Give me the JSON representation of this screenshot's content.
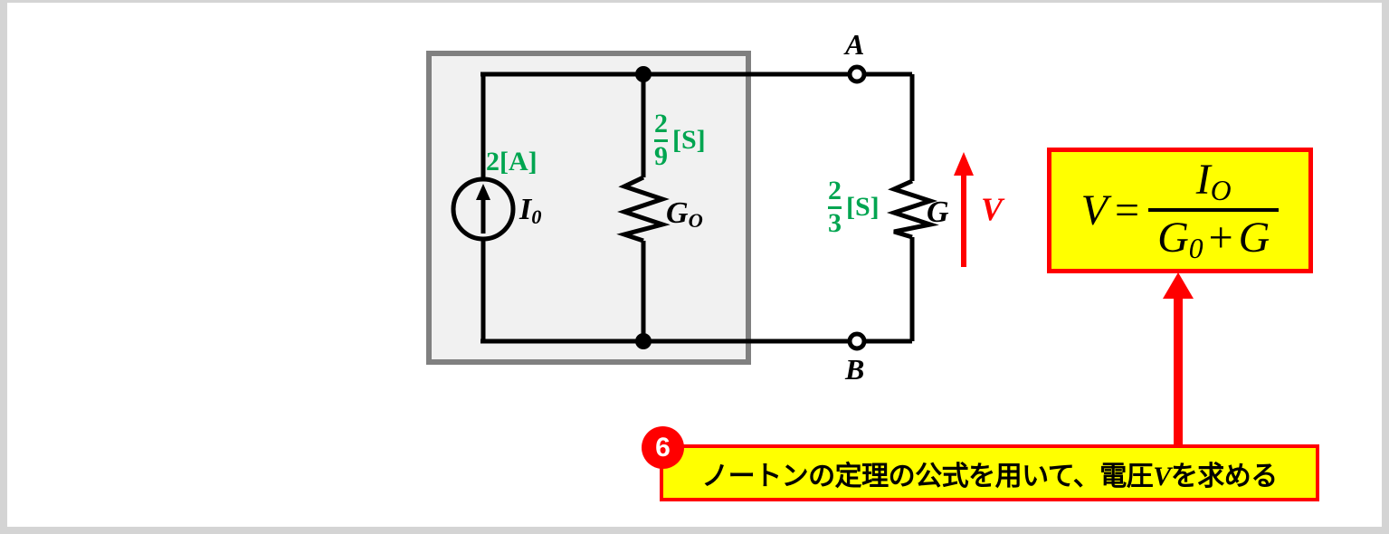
{
  "diagram": {
    "title_note": "Norton theorem circuit with voltage formula",
    "source_block": {
      "current_source": {
        "value_label": "2",
        "unit_label": "[A]",
        "symbol_label": "I",
        "symbol_sub": "0"
      },
      "internal_conductance": {
        "numerator": "2",
        "denominator": "9",
        "unit_label": "[S]",
        "symbol_label": "G",
        "symbol_sub": "O"
      }
    },
    "terminals": {
      "top": "A",
      "bottom": "B"
    },
    "load": {
      "numerator": "2",
      "denominator": "3",
      "unit_label": "[S]",
      "symbol_label": "G"
    },
    "voltage_arrow_label": "V"
  },
  "formula": {
    "lhs": "V",
    "equals": "=",
    "numerator": "I",
    "numerator_sub": "O",
    "denominator_left": "G",
    "denominator_left_sub": "0",
    "denominator_plus": "+",
    "denominator_right": "G"
  },
  "caption": {
    "step_number": "6",
    "text_prefix": "ノートンの定理の公式を用いて、電圧",
    "text_variable": "V",
    "text_suffix": "を求める"
  },
  "colors": {
    "green": "#00a550",
    "red": "#ff0000",
    "yellow": "#ffff00",
    "block_fill": "#f1f1f1",
    "block_border": "#808080",
    "wire": "#000000",
    "page_frame": "#d4d4d4"
  }
}
